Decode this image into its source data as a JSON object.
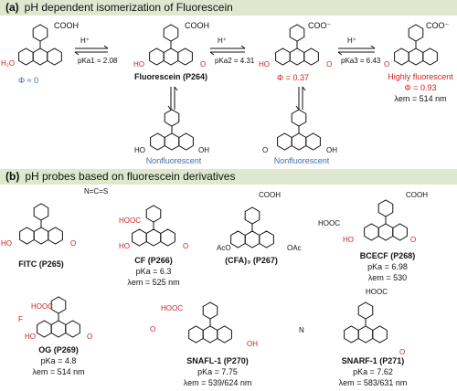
{
  "panel_a": {
    "letter": "(a)",
    "title": "pH dependent isomerization of Fluorescein",
    "cation": {
      "phi": "Φ ≈ 0",
      "cooh": "COOH",
      "substituent": "H₂O"
    },
    "fluorescein": {
      "name": "Fluorescein (P264)",
      "cooh": "COOH",
      "ho": "HO",
      "o": "O"
    },
    "monoanion": {
      "phi": "Φ = 0.37",
      "coo": "COO⁻",
      "ho": "HO",
      "o": "O"
    },
    "dianion": {
      "label": "Highly fluorescent",
      "phi": "Φ = 0.93",
      "lambda": "λem = 514 nm",
      "coo": "COO⁻",
      "o": "O"
    },
    "arrow1": {
      "reagent": "H⁺",
      "pk": "pKa1 = 2.08"
    },
    "arrow2": {
      "reagent": "H⁺",
      "pk": "pKa2 = 4.31"
    },
    "arrow3": {
      "reagent": "H⁺",
      "pk": "pKa3 = 6.43"
    },
    "lactone1": {
      "label": "Nonfluorescent",
      "ho": "HO",
      "oh": "OH"
    },
    "lactone2": {
      "label": "Nonfluorescent",
      "o": "O",
      "oh": "OH"
    }
  },
  "panel_b": {
    "letter": "(b)",
    "title": "pH probes based on fluorescein derivatives",
    "fitc": {
      "name": "FITC (P265)",
      "group": "N=C=S",
      "ho": "HO",
      "o": "O"
    },
    "cf": {
      "name": "CF (P266)",
      "pk": "pKa = 6.3",
      "lambda": "λem = 525 nm",
      "hooc": "HOOC",
      "ho": "HO",
      "o": "O"
    },
    "cfa3": {
      "name": "(CFA)₃ (P267)",
      "cooh": "COOH",
      "aco": "AcO",
      "oac": "OAc"
    },
    "bcecf": {
      "name": "BCECF (P268)",
      "pk": "pKa = 6.98",
      "lambda": "λem = 530",
      "hooc": "HOOC",
      "cooh": "COOH",
      "ho": "HO",
      "o": "O"
    },
    "og": {
      "name": "OG (P269)",
      "pk": "pKa = 4.8",
      "lambda": "λem = 514 nm",
      "hooc": "HOOC",
      "f": "F",
      "ho": "HO",
      "o": "O"
    },
    "snafl": {
      "name": "SNAFL-1 (P270)",
      "pk": "pKa = 7.75",
      "lambda": "λem = 539/624 nm",
      "hooc": "HOOC",
      "o": "O",
      "oh": "OH"
    },
    "snarf": {
      "name": "SNARF-1 (P271)",
      "pk": "pKa = 7.62",
      "lambda": "λem = 583/631 nm",
      "hooc": "HOOC",
      "o": "O",
      "n": "N"
    }
  },
  "colors": {
    "header": "#dfe8cf",
    "oxygen": "#d02020",
    "nonfluorescent": "#3e6fb0",
    "bond": "#111111"
  }
}
